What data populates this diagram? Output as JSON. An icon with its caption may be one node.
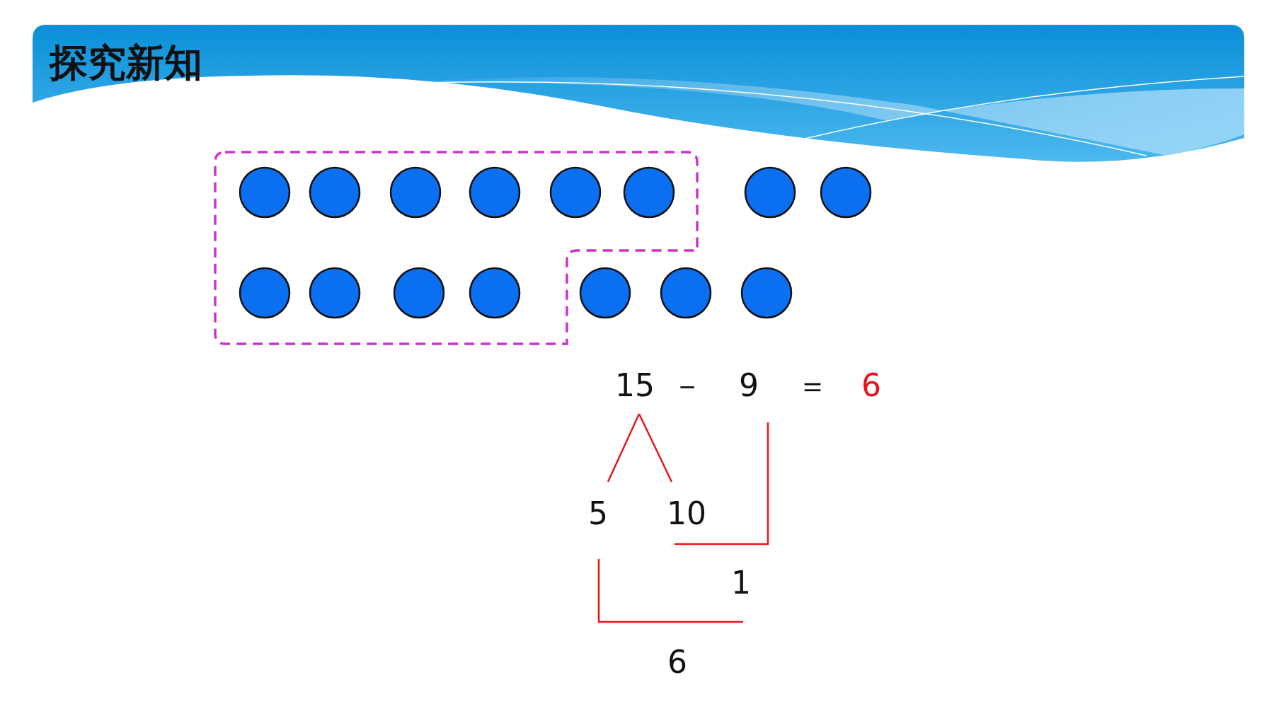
{
  "diagram": {
    "title": "探究新知",
    "nodes": [
      {
        "text": [
          "15"
        ]
      },
      {
        "text": [
          "9"
        ]
      },
      {
        "text": [
          "5"
        ]
      },
      {
        "text": [
          "10"
        ]
      },
      {
        "text": [
          "1"
        ]
      }
    ],
    "edges": [
      {
        "from": 0,
        "to": 2,
        "arrow": "none"
      },
      {
        "from": 0,
        "to": 3,
        "arrow": "none"
      },
      {
        "from": 1,
        "to": 3,
        "arrow": "none"
      },
      {
        "from": 2,
        "to": 4,
        "arrow": "none",
        "label": "6"
      }
    ],
    "labels": [
      "－",
      "＝",
      "6"
    ]
  }
}
